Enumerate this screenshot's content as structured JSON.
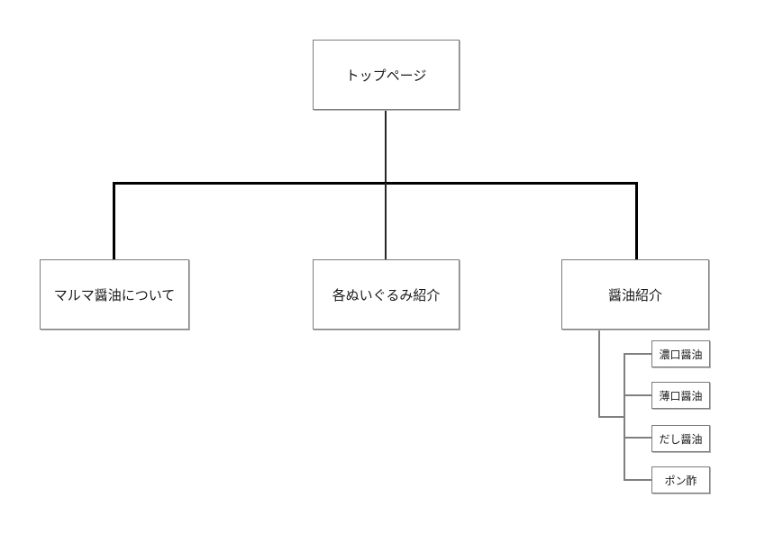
{
  "page": {
    "background": "#ffffff"
  },
  "diagram": {
    "type": "sitemap-tree",
    "root": {
      "label": "トップページ"
    },
    "children": [
      {
        "label": "マルマ醤油について"
      },
      {
        "label": "各ぬいぐるみ紹介"
      },
      {
        "label": "醤油紹介",
        "children": [
          {
            "label": "濃口醤油"
          },
          {
            "label": "薄口醤油"
          },
          {
            "label": "だし醤油"
          },
          {
            "label": "ポン酢"
          }
        ]
      }
    ],
    "colors": {
      "box_fill": "#ffffff",
      "box_border": "#7d7d7d",
      "connector_main": "#000000",
      "connector_sub": "#808080",
      "text": "#1a1a1a"
    }
  }
}
